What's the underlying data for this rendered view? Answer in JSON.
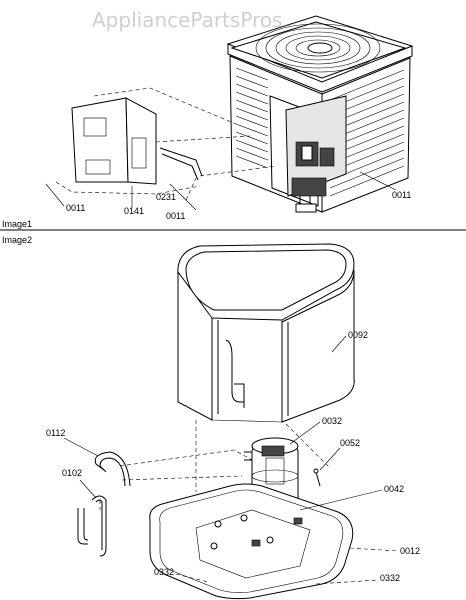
{
  "watermark": "AppliancePartsPros",
  "sections": {
    "image1": "Image1",
    "image2": "Image2"
  },
  "labels": {
    "l0011_left": "0011",
    "l0141": "0141",
    "l0231": "0231",
    "l0011_mid": "0011",
    "l0011_right": "0011",
    "l0092": "0092",
    "l0032": "0032",
    "l0052": "0052",
    "l0112": "0112",
    "l0102": "0102",
    "l0042": "0042",
    "l0012": "0012",
    "l0332_left": "0332",
    "l0332_right": "0332"
  }
}
